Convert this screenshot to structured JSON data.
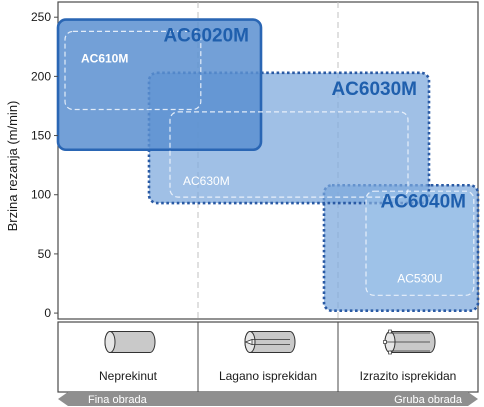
{
  "chart_data": {
    "type": "area",
    "ylabel": "Brzina rezanja (m/min)",
    "yticks": [
      0,
      50,
      100,
      150,
      200,
      250
    ],
    "ylim": [
      -5,
      262
    ],
    "x_categories": [
      "Neprekinut",
      "Lagano isprekidan",
      "Izrazito isprekidan"
    ],
    "finishing_labels": {
      "left": "Fina obrada",
      "right": "Gruba obrada"
    },
    "grades": [
      {
        "name": "AC6020M",
        "x_range": [
          0.0,
          1.45
        ],
        "y_range": [
          138,
          248
        ],
        "style": "solid",
        "label_style": "large"
      },
      {
        "name": "AC6030M",
        "x_range": [
          0.65,
          2.65
        ],
        "y_range": [
          93,
          203
        ],
        "style": "dotted",
        "label_style": "large"
      },
      {
        "name": "AC6040M",
        "x_range": [
          1.9,
          3.0
        ],
        "y_range": [
          2,
          108
        ],
        "style": "dotted",
        "label_style": "large"
      },
      {
        "name": "AC610M",
        "x_range": [
          0.05,
          1.02
        ],
        "y_range": [
          172,
          238
        ],
        "style": "dashed-outline",
        "label_style": "small-bold"
      },
      {
        "name": "AC630M",
        "x_range": [
          0.8,
          2.5
        ],
        "y_range": [
          98,
          170
        ],
        "style": "dashed-outline",
        "label_style": "small"
      },
      {
        "name": "AC530U",
        "x_range": [
          2.2,
          2.97
        ],
        "y_range": [
          15,
          103
        ],
        "style": "dashed-outline",
        "label_style": "small"
      }
    ],
    "colors": {
      "solid_fill": "#5a8fd0",
      "solid_stroke": "#2a66b4",
      "dotted_fill": "#7ba7dd",
      "dotted_stroke": "#2a5aa4",
      "light_fill": "#9cc2ea",
      "grid": "#c2c2c2",
      "arrow": "#8f8f8f",
      "label_blue": "#1f5fad"
    }
  }
}
